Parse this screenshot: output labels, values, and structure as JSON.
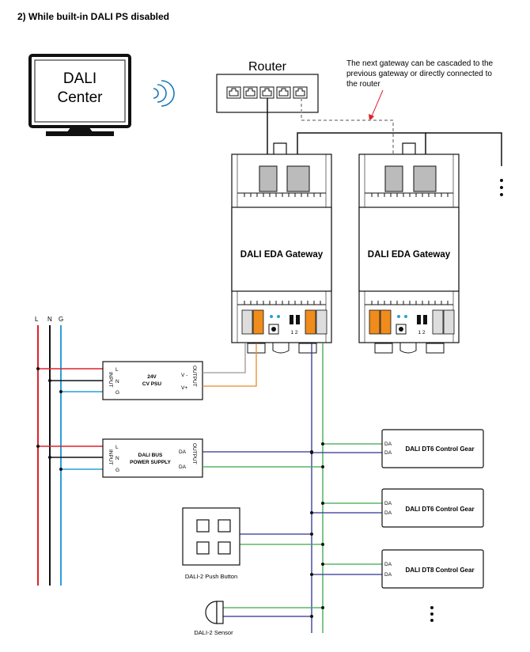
{
  "heading": "2) While built-in DALI PS disabled",
  "dali_center": {
    "line1": "DALI",
    "line2": "Center"
  },
  "router": {
    "label": "Router"
  },
  "cascade_note": {
    "line1": "The next gateway can be cascaded to the",
    "line2": "previous gateway or directly connected to",
    "line3": "the router"
  },
  "gateways": [
    {
      "label": "DALI EDA Gateway",
      "switch_label": "1 2"
    },
    {
      "label": "DALI EDA Gateway",
      "switch_label": "1 2"
    }
  ],
  "mains": {
    "l": "L",
    "n": "N",
    "g": "G"
  },
  "psu": {
    "title1": "24V",
    "title2": "CV PSU",
    "input": "INPUT",
    "output": "OUTPUT",
    "l": "L",
    "n": "N",
    "g": "G",
    "vminus": "V -",
    "vplus": "V+"
  },
  "bus_ps": {
    "title1": "DALI BUS",
    "title2": "POWER SUPPLY",
    "input": "INPUT",
    "output": "OUTPUT",
    "l": "L",
    "n": "N",
    "g": "G",
    "da1": "DA",
    "da2": "DA"
  },
  "control_gears": [
    {
      "label": "DALI DT6 Control Gear",
      "da1": "DA",
      "da2": "DA"
    },
    {
      "label": "DALI DT6 Control Gear",
      "da1": "DA",
      "da2": "DA"
    },
    {
      "label": "DALI DT8 Control Gear",
      "da1": "DA",
      "da2": "DA"
    }
  ],
  "push_button": {
    "label": "DALI-2 Push Button"
  },
  "sensor": {
    "label": "DALI-2 Sensor"
  },
  "colors": {
    "live": "#e0202a",
    "neutral": "#111111",
    "ground": "#2a9fd8",
    "da_a": "#3aa84a",
    "da_b": "#2e3192",
    "vplus": "#e88a2a",
    "vminus": "#999999",
    "cascade": "#aaaaaa",
    "terminal": "#f08c1c",
    "arrow": "#e0202a"
  }
}
